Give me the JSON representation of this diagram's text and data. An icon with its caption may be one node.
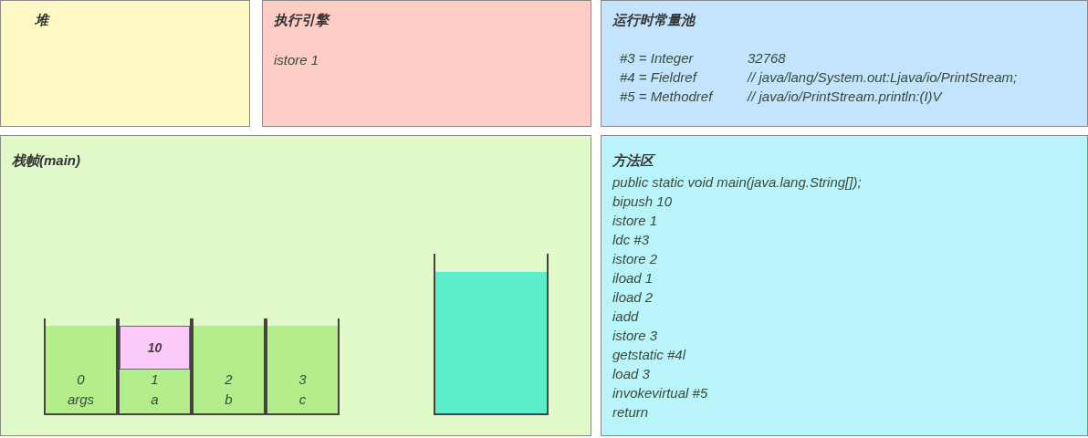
{
  "diagram": {
    "nodes": [
      {
        "text": [
          "堆"
        ]
      },
      {
        "text": [
          "执行引擎",
          "istore 1"
        ]
      },
      {
        "text": [
          "运行时常量池",
          "#3 = Integer",
          "32768",
          "#4 = Fieldref",
          "// java/lang/System.out:Ljava/io/PrintStream;",
          "#5 = Methodref",
          "// java/io/PrintStream.println:(I)V"
        ]
      },
      {
        "text": [
          "栈帧(main)"
        ]
      },
      {
        "text": [
          "0",
          "args"
        ],
        "in": 3
      },
      {
        "text": [
          "1",
          "a"
        ],
        "in": 3
      },
      {
        "text": [
          "2",
          "b"
        ],
        "in": 3
      },
      {
        "text": [
          "3",
          "c"
        ],
        "in": 3
      },
      {
        "text": [
          "10"
        ],
        "in": 5
      },
      {
        "text": [],
        "shape": "box",
        "in": 3
      },
      {
        "text": [
          "方法区",
          "public static void main(java.lang.String[]);",
          "bipush 10",
          "istore 1",
          "ldc #3",
          "istore 2",
          "iload 1",
          "iload 2",
          "iadd",
          "istore 3",
          "getstatic #4l",
          "load 3",
          "invokevirtual #5",
          "return"
        ]
      }
    ],
    "edges": []
  }
}
